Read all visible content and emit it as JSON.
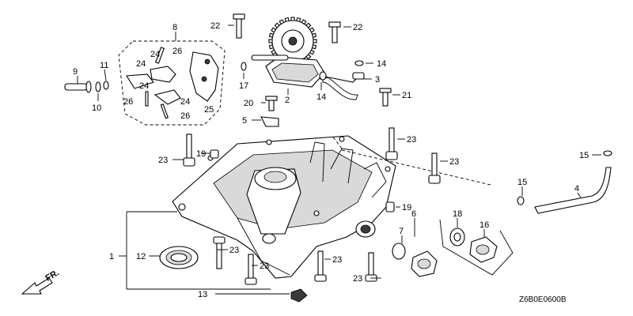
{
  "diagram": {
    "code": "Z6B0E0600B",
    "direction": "FR.",
    "callouts": [
      "1",
      "2",
      "3",
      "4",
      "5",
      "6",
      "7",
      "8",
      "9",
      "10",
      "11",
      "12",
      "13",
      "14",
      "15",
      "16",
      "17",
      "18",
      "19",
      "20",
      "21",
      "22",
      "23",
      "24",
      "25",
      "26"
    ]
  }
}
